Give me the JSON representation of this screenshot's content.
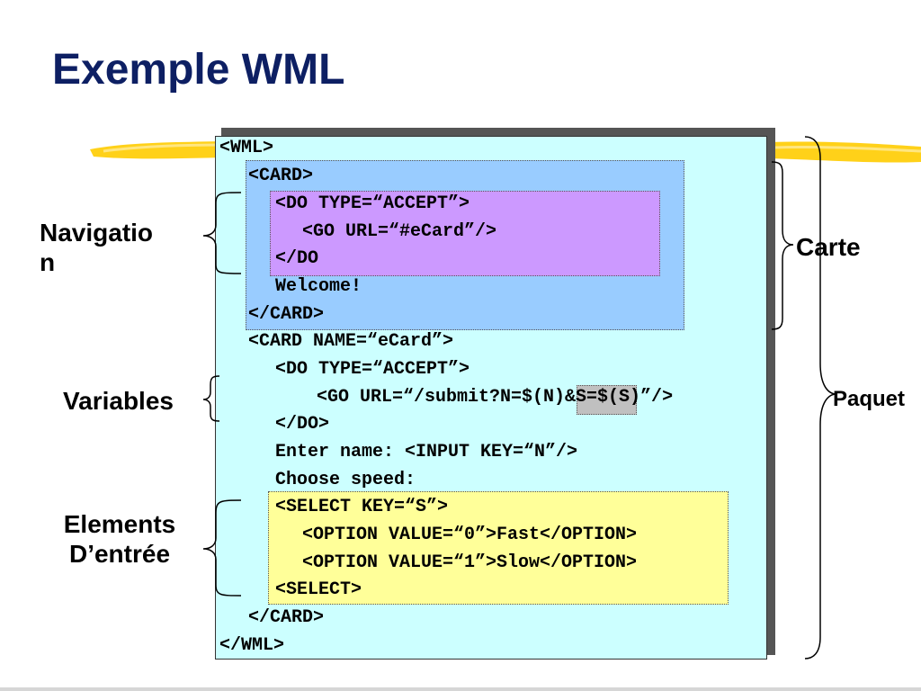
{
  "slide": {
    "title": "Exemple WML"
  },
  "code_lines": [
    "<WML>",
    "<CARD>",
    "<DO TYPE=“ACCEPT”>",
    "<GO URL=“#eCard”/>",
    "</DO",
    "Welcome!",
    "</CARD>",
    "<CARD NAME=“eCard”>",
    "<DO TYPE=“ACCEPT”>",
    "<GO URL=“/submit?N=$(N)&S=$(S)”/>",
    "</DO>",
    "Enter name: <INPUT KEY=“N”/>",
    "Choose speed:",
    "<SELECT KEY=“S”>",
    "<OPTION VALUE=“0”>Fast</OPTION>",
    "<OPTION VALUE=“1”>Slow</OPTION>",
    "<SELECT>",
    "</CARD>",
    "</WML>"
  ],
  "labels": {
    "navigation_line1": "Navigatio",
    "navigation_line2": "n",
    "variables": "Variables",
    "elements_line1": "Elements",
    "elements_line2": "D’entrée",
    "carte": "Carte",
    "paquet": "Paquet"
  },
  "colors": {
    "title": "#0d1f63",
    "code_background": "#ccffff",
    "card_region": "#99ccff",
    "do_region": "#cc99ff",
    "select_region": "#ffff99",
    "variable_highlight": "#c0c0c0",
    "highlighter_stroke": "#ffcc00"
  }
}
